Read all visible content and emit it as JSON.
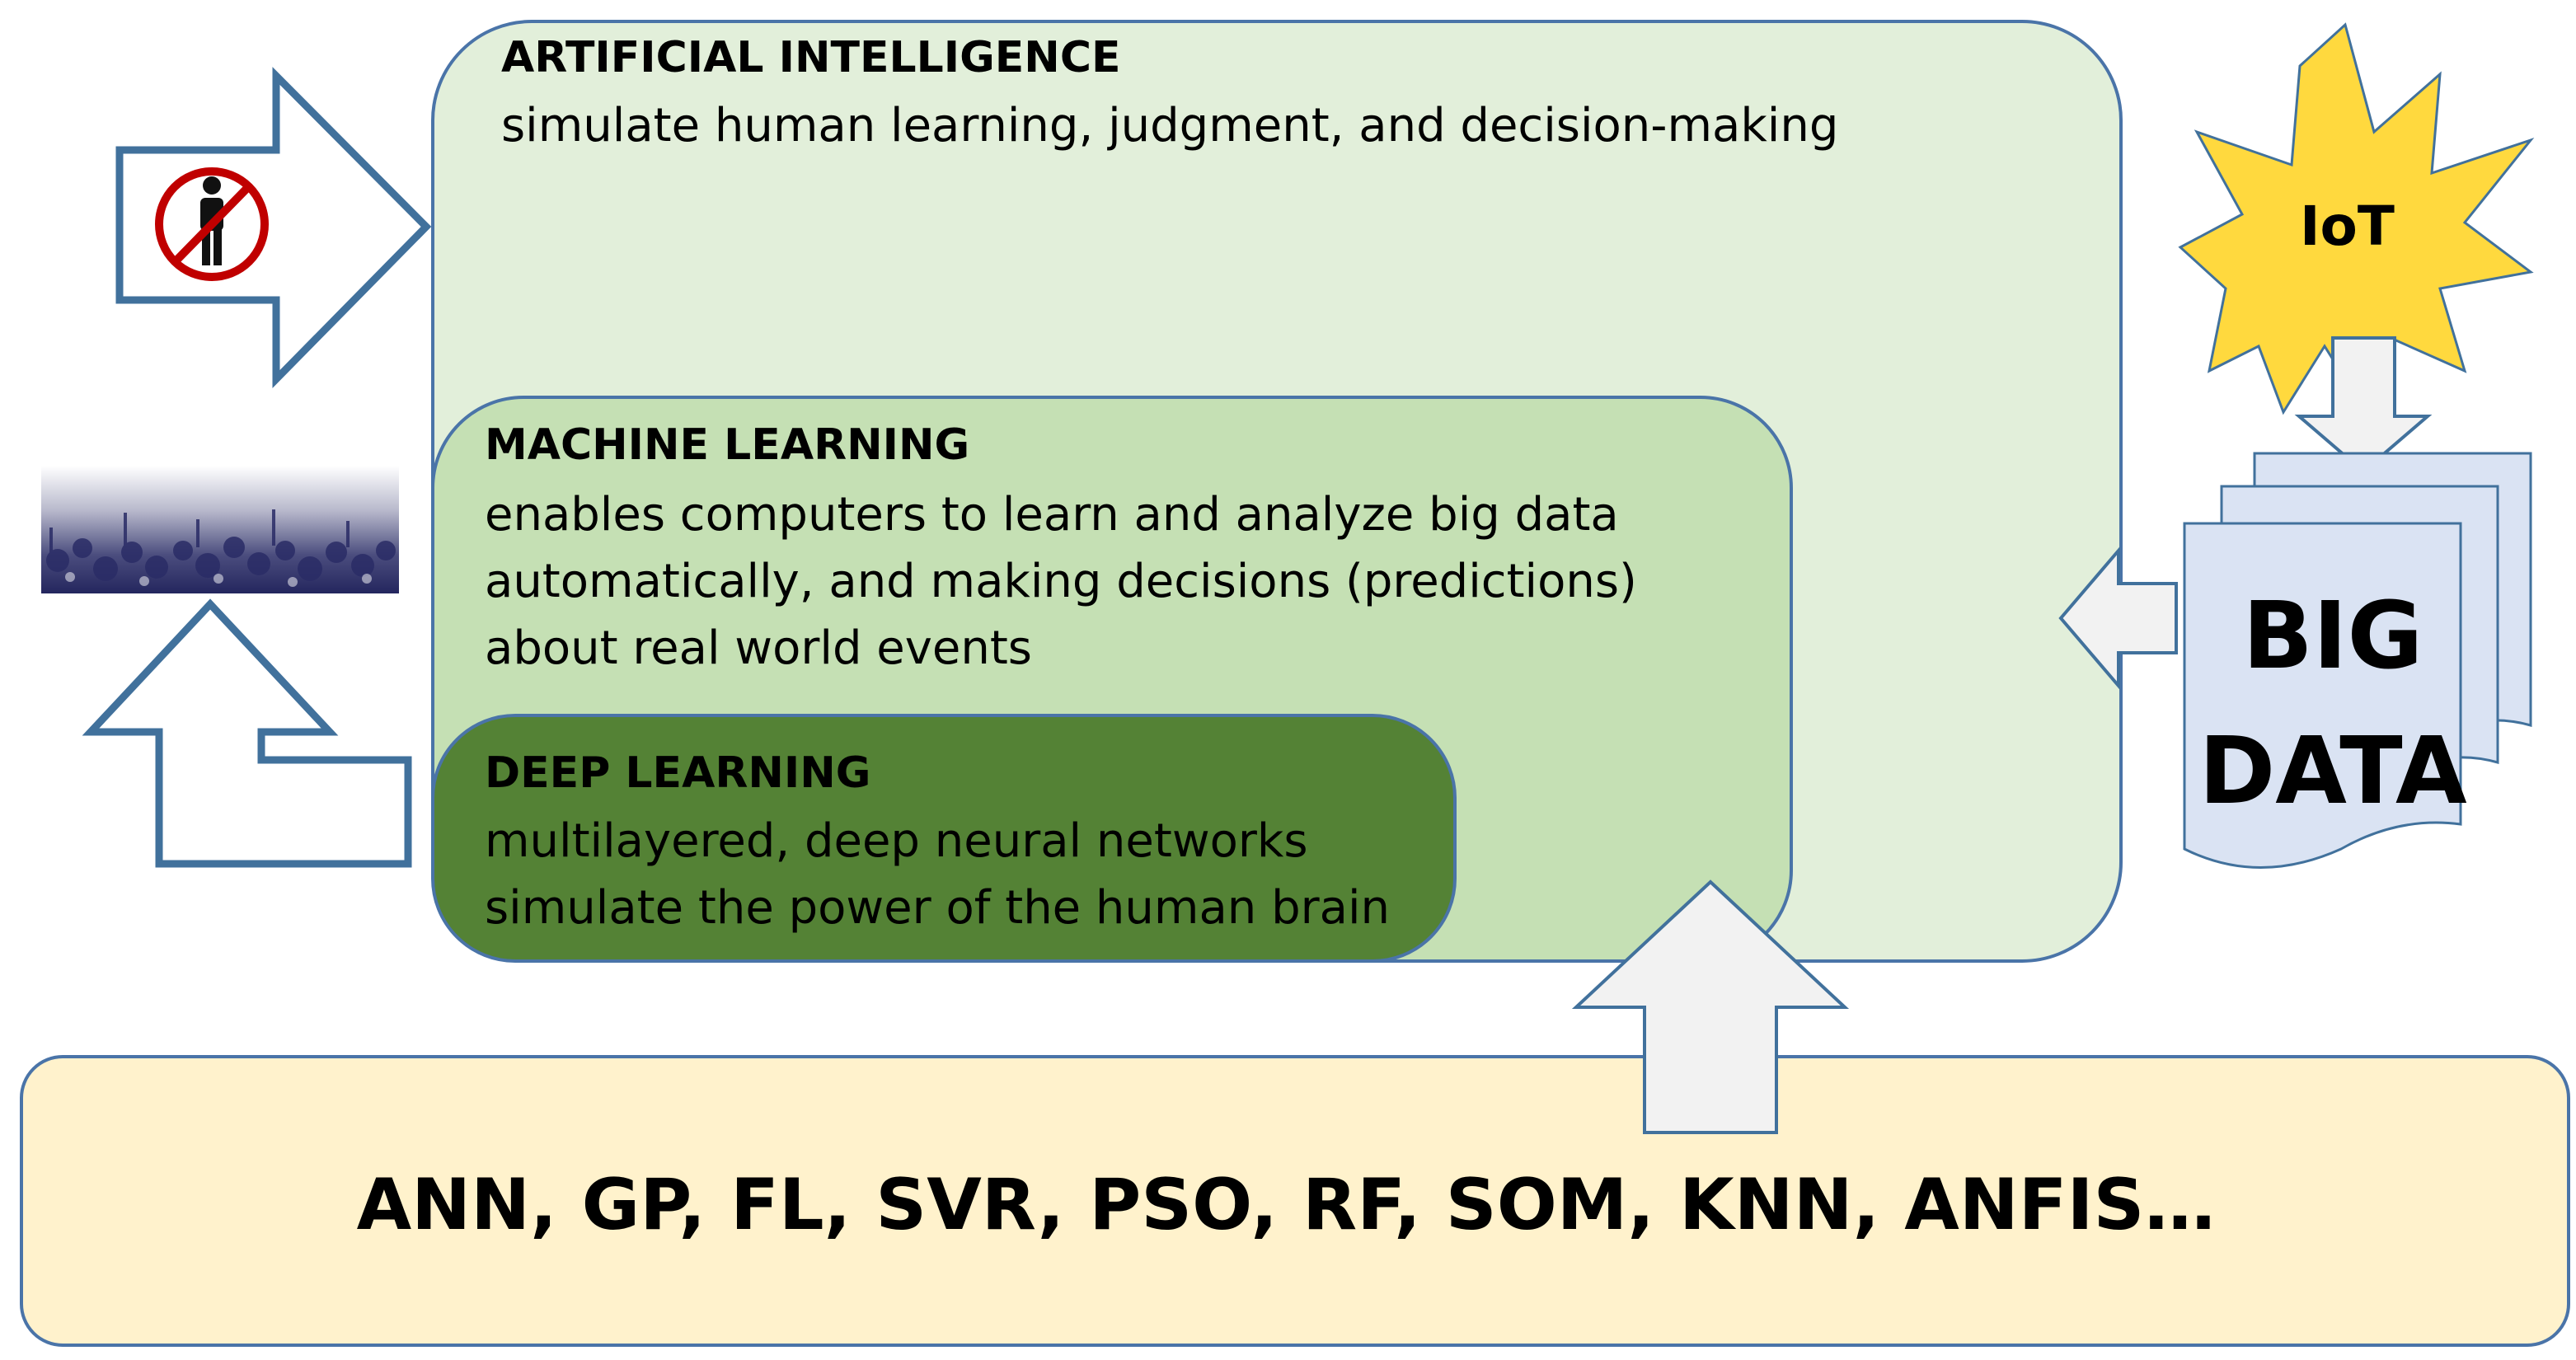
{
  "boxes": {
    "ai": {
      "title": "ARTIFICIAL INTELLIGENCE",
      "description": "simulate human learning, judgment, and decision-making",
      "fill": "#e2efda",
      "border": "#4a74a8"
    },
    "ml": {
      "title": "MACHINE LEARNING",
      "description_lines": [
        "enables computers to learn and analyze big data",
        "automatically, and making decisions (predictions)",
        "about real world events"
      ],
      "fill": "#c5e0b4"
    },
    "dl": {
      "title": "DEEP LEARNING",
      "description_lines": [
        "multilayered, deep neural networks",
        "simulate the power of the human brain"
      ],
      "fill": "#548235"
    }
  },
  "iot": {
    "label": "IoT",
    "fill": "#ffd93e",
    "icon": "starburst-icon"
  },
  "big_data": {
    "label_lines": [
      "BIG",
      "DATA"
    ],
    "fill": "#dae3f3",
    "icon": "stacked-documents-icon"
  },
  "methods": {
    "label": "ANN, GP, FL, SVR, PSO, RF, SOM, KNN, ANFIS…",
    "fill": "#fff2cc"
  },
  "icons": {
    "no_human": "no-human-prohibition-icon",
    "crowd": "crowd-image",
    "arrow_right": "arrow-right-icon",
    "arrow_up_left": "arrow-up-bent-icon",
    "arrow_left": "arrow-left-icon",
    "arrow_down": "arrow-down-icon",
    "arrow_up": "arrow-up-icon"
  },
  "colors": {
    "arrow_outline": "#41719c",
    "arrow_gray_fill": "#f2f2f2",
    "prohibition_red": "#c00000"
  }
}
